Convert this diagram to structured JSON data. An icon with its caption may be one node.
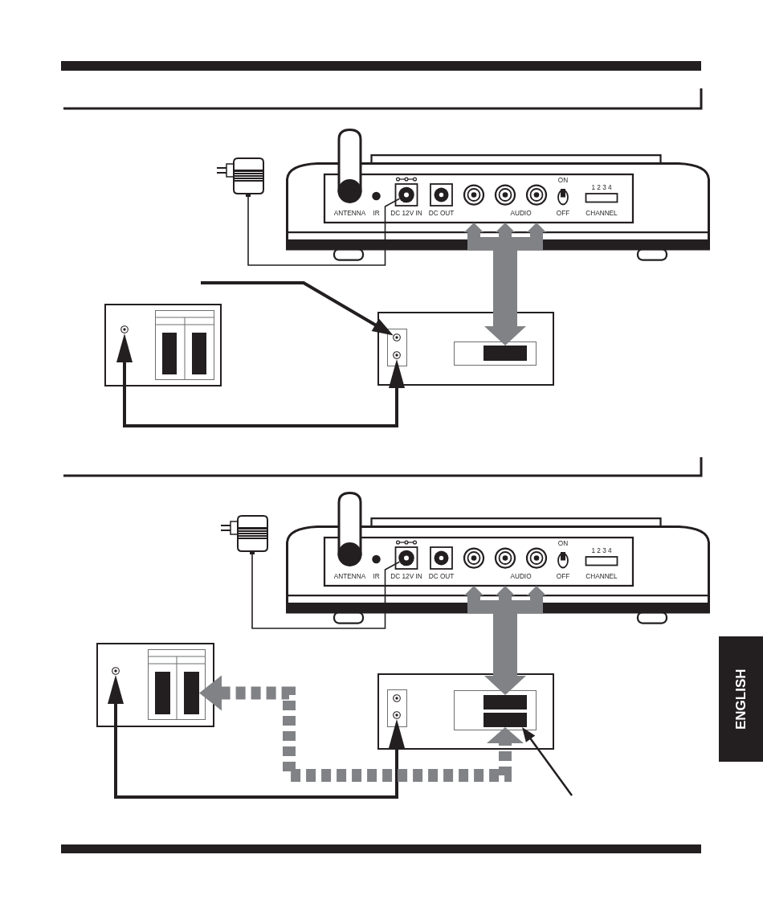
{
  "diagram": {
    "nodes": [
      {
        "text": [],
        "shape": "picture"
      },
      {
        "text": [
          "ON",
          "1 2 3 4",
          "ANTENNA",
          "IR",
          "DC 12V IN",
          "DC OUT",
          "AUDIO",
          "OFF",
          "CHANNEL"
        ]
      },
      {
        "text": [],
        "shape": "box"
      },
      {
        "text": [],
        "shape": "circle",
        "in": 2
      },
      {
        "text": [],
        "shape": "bar",
        "in": 2
      },
      {
        "text": [],
        "shape": "bar",
        "in": 2
      },
      {
        "text": [],
        "shape": "box"
      },
      {
        "text": [],
        "shape": "circle",
        "in": 6
      },
      {
        "text": [],
        "shape": "circle",
        "in": 6
      },
      {
        "text": [],
        "shape": "bar",
        "in": 6
      },
      {
        "text": [],
        "shape": "picture"
      },
      {
        "text": [
          "ON",
          "1 2 3 4",
          "ANTENNA",
          "IR",
          "DC 12V IN",
          "DC OUT",
          "AUDIO",
          "OFF",
          "CHANNEL"
        ]
      },
      {
        "text": [],
        "shape": "box"
      },
      {
        "text": [],
        "shape": "circle",
        "in": 12
      },
      {
        "text": [],
        "shape": "bar",
        "in": 12
      },
      {
        "text": [],
        "shape": "bar",
        "in": 12
      },
      {
        "text": [],
        "shape": "box"
      },
      {
        "text": [],
        "shape": "circle",
        "in": 16
      },
      {
        "text": [],
        "shape": "circle",
        "in": 16
      },
      {
        "text": [],
        "shape": "bar",
        "in": 16
      },
      {
        "text": [],
        "shape": "bar",
        "in": 16
      }
    ],
    "edges": [
      {
        "from": 0,
        "to": 1,
        "arrow": "none"
      },
      {
        "from": 1,
        "to": 9,
        "arrow": "both",
        "style": "thick",
        "color": "#808285"
      },
      {
        "from": null,
        "to": 7,
        "arrow": "to"
      },
      {
        "from": 8,
        "to": 3,
        "arrow": "both"
      },
      {
        "from": 10,
        "to": 11,
        "arrow": "none"
      },
      {
        "from": 11,
        "to": 19,
        "arrow": "both",
        "style": "thick",
        "color": "#808285"
      },
      {
        "from": 18,
        "to": 13,
        "arrow": "both"
      },
      {
        "from": 15,
        "to": 20,
        "arrow": "both",
        "style": "dashed",
        "color": "#808285"
      },
      {
        "from": null,
        "to": 20,
        "arrow": "to"
      }
    ],
    "labels": [
      "ENGLISH"
    ]
  }
}
